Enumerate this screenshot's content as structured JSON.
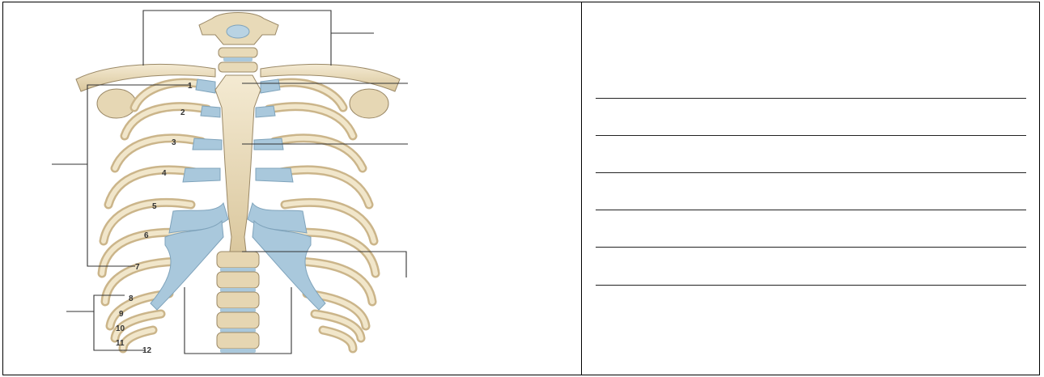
{
  "worksheet": {
    "diagram": {
      "rib_numbers": [
        "1",
        "2",
        "3",
        "4",
        "5",
        "6",
        "7",
        "8",
        "9",
        "10",
        "11",
        "12"
      ]
    },
    "answer_lines": 6
  }
}
